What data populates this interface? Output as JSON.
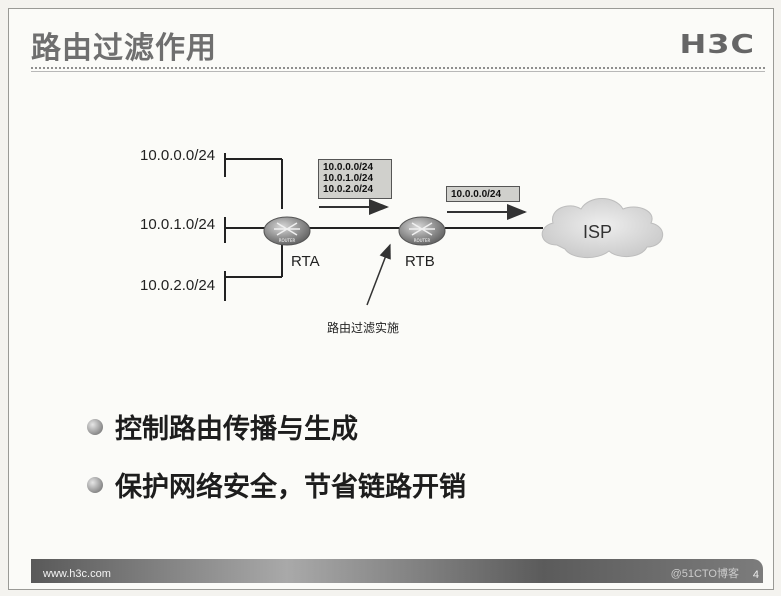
{
  "slide": {
    "title": "路由过滤作用",
    "logo": "H3C",
    "footer_url": "www.h3c.com",
    "page_number": "4",
    "watermark": "@51CTO博客"
  },
  "diagram": {
    "networks": [
      "10.0.0.0/24",
      "10.0.1.0/24",
      "10.0.2.0/24"
    ],
    "routers": {
      "rta": "RTA",
      "rtb": "RTB",
      "router_icon_text": "ROUTER"
    },
    "rta_to_rtb_routes": [
      "10.0.0.0/24",
      "10.0.1.0/24",
      "10.0.2.0/24"
    ],
    "rtb_to_isp_routes": [
      "10.0.0.0/24"
    ],
    "isp": "ISP",
    "filter_point": "路由过滤实施"
  },
  "bullets": [
    "控制路由传播与生成",
    "保护网络安全，节省链路开销"
  ]
}
